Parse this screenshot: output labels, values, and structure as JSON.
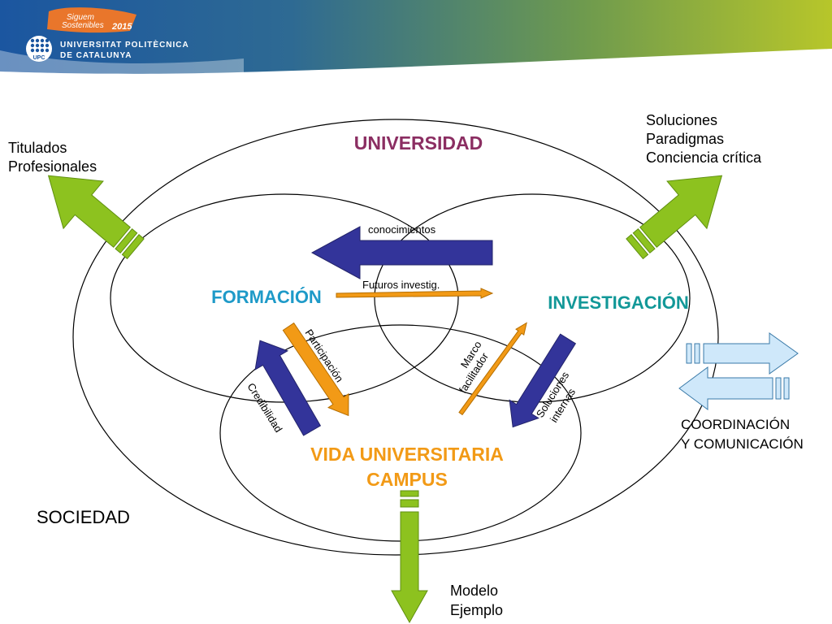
{
  "header": {
    "badge_line1": "Siguem",
    "badge_line2": "Sostenibles",
    "badge_year": "2015",
    "university_line1": "UNIVERSITAT POLITÈCNICA",
    "university_line2": "DE CATALUNYA",
    "logo_text": "UPC"
  },
  "nodes": {
    "universidad": "UNIVERSIDAD",
    "formacion": "FORMACIÓN",
    "investigacion": "INVESTIGACIÓN",
    "vida_line1": "VIDA UNIVERSITARIA",
    "vida_line2": "CAMPUS",
    "sociedad": "SOCIEDAD"
  },
  "outputs": {
    "titulados_line1": "Titulados",
    "titulados_line2": "Profesionales",
    "soluciones_line1": "Soluciones",
    "soluciones_line2": "Paradigmas",
    "soluciones_line3": "Conciencia crítica",
    "coordinacion_line1": "COORDINACIÓN",
    "coordinacion_line2": "Y COMUNICACIÓN",
    "modelo_line1": "Modelo",
    "modelo_line2": "Ejemplo"
  },
  "flows": {
    "conocimientos": "conocimientos",
    "futuros": "Futuros investig.",
    "participacion": "Participación",
    "credibilidad": "Credibilidad",
    "marco_line1": "Marco",
    "marco_line2": "facilitador",
    "soluciones_internas_line1": "Soluciones",
    "soluciones_internas_line2": "internas"
  },
  "colors": {
    "universidad": "#8B2E62",
    "formacion": "#1E9AC8",
    "investigacion": "#129898",
    "vida": "#F29A16",
    "green_arrow": "#8DC21F",
    "blue_arrow": "#33349A",
    "orange_arrow": "#F29A16",
    "light_arrow": "#CFE8FA"
  }
}
